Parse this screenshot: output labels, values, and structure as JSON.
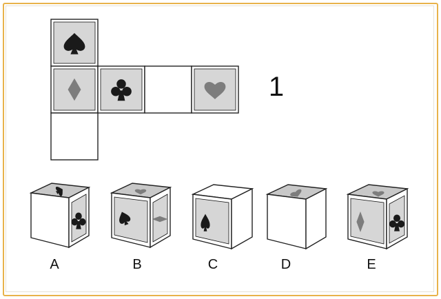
{
  "question_number": "1",
  "net_faces": {
    "top": "spade",
    "left": "diamond",
    "front": "club",
    "right": "blank",
    "back": "heart",
    "bottom": "blank"
  },
  "options": [
    {
      "label": "A",
      "top": "spade",
      "left": "blank",
      "right": "club"
    },
    {
      "label": "B",
      "top": "heart",
      "left": "spade",
      "right": "diamond"
    },
    {
      "label": "C",
      "top": "blank",
      "left": "spade",
      "right": "blank"
    },
    {
      "label": "D",
      "top": "heart",
      "left": "blank",
      "right": "blank"
    },
    {
      "label": "E",
      "top": "heart",
      "left": "diamond",
      "right": "club"
    }
  ],
  "colors": {
    "frame": "#e8b24a",
    "face_gray": "#c8c8c8",
    "symbol_dark": "#1a1a1a",
    "symbol_mid": "#7d7d7d"
  }
}
